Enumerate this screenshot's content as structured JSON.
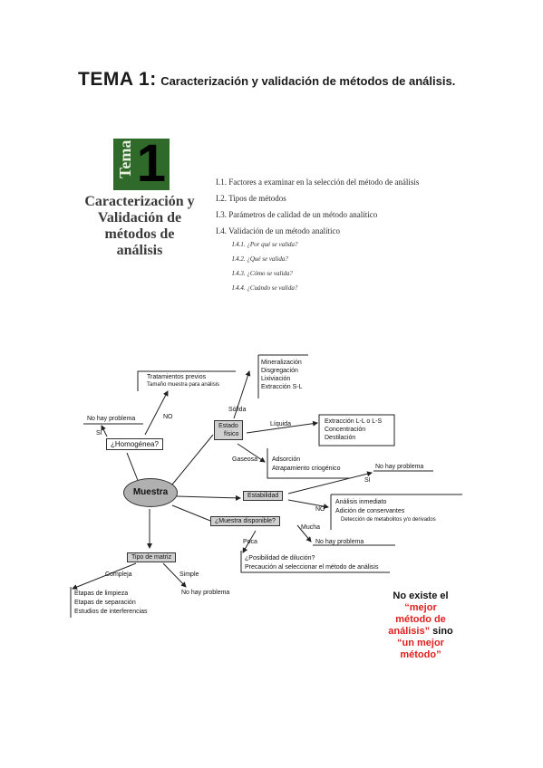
{
  "header": {
    "title_prefix": "TEMA 1:",
    "title_text": "Caracterización y validación de métodos de análisis."
  },
  "badge": {
    "word": "Tema",
    "number": "1"
  },
  "chapter_heading": [
    "Caracterización y",
    "Validación de",
    "métodos de",
    "análisis"
  ],
  "toc": {
    "items": [
      "I.1. Factores a examinar en la selección del método de análisis",
      "I.2. Tipos de métodos",
      "I.3. Parámetros de calidad de un método analítico",
      "I.4. Validación de un método analítico"
    ],
    "subitems": [
      "I.4.1. ¿Por qué se valida?",
      "I.4.2. ¿Qué se valida?",
      "I.4.3. ¿Cómo se valida?",
      "I.4.4. ¿Cuándo se valida?"
    ]
  },
  "diagram": {
    "center": "Muestra",
    "tratamientos": [
      "Tratamientos previos",
      "Tamaño muestra para análisis"
    ],
    "no_top": "NO",
    "no_hay_problema": "No hay problema",
    "si": "SI",
    "homogenea": "¿Homogénea?",
    "solida": "Sólida",
    "solid_list": [
      "Mineralización",
      "Disgregación",
      "Lixiviación",
      "Extracción S-L"
    ],
    "estado_fisico": [
      "Estado",
      "físico"
    ],
    "liquida": "Líquida",
    "liquid_list": [
      "Extracción L-L o L-S",
      "Concentración",
      "Destilación"
    ],
    "gaseosa": "Gaseosa",
    "gas_list": [
      "Adsorción",
      "Atrapamiento criogénico"
    ],
    "estabilidad": "Estabilidad",
    "si_estab": "SI",
    "no_estab": "NO",
    "no_estab_list": [
      "Análisis inmediato",
      "Adición de conservantes",
      "Detección de metabolitos y/o derivados"
    ],
    "muestra_disponible": "¿Muestra disponible?",
    "mucha": "Mucha",
    "poca": "Poca",
    "poca_list": [
      "¿Posibilidad de dilución?",
      "Precaución al seleccionar el método de análisis"
    ],
    "tipo_matriz": "Tipo de matriz",
    "compleja": "Compleja",
    "simple": "Simple",
    "compleja_list": [
      "Etapas de limpieza",
      "Etapas de separación",
      "Estudios de interferencias"
    ]
  },
  "note": {
    "line1": "No existe el",
    "q1": "“mejor",
    "q2": "método de",
    "q3": "análisis”",
    "mid": " sino",
    "q4": "“un mejor",
    "q5": "método”"
  },
  "colors": {
    "badge": "#2f6a2a",
    "note_red": "#e02020"
  }
}
